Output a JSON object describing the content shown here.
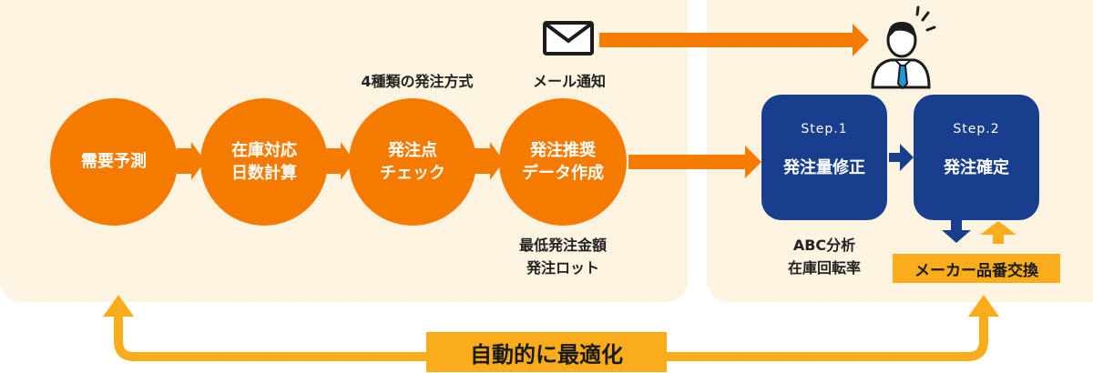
{
  "steps": [
    {
      "label": "需要予測"
    },
    {
      "label": "在庫対応\n日数計算"
    },
    {
      "label": "発注点\nチェック"
    },
    {
      "label": "発注推奨\nデータ作成"
    }
  ],
  "labels": {
    "order_methods": "4種類の発注方式",
    "mail_notice": "メール通知",
    "min_order": "最低発注金額\n発注ロット",
    "abc": "ABC分析\n在庫回転率"
  },
  "right_steps": [
    {
      "num": "Step.1",
      "title": "発注量修正"
    },
    {
      "num": "Step.2",
      "title": "発注確定"
    }
  ],
  "maker_tag": "メーカー品番交換",
  "auto_opt": "自動的に最適化",
  "icons": [
    "envelope-icon",
    "person-icon"
  ],
  "colors": {
    "orange": "#f47b00",
    "navy": "#1a3e8e",
    "yellow": "#f9ad1a",
    "panel": "#fdf3e1"
  }
}
